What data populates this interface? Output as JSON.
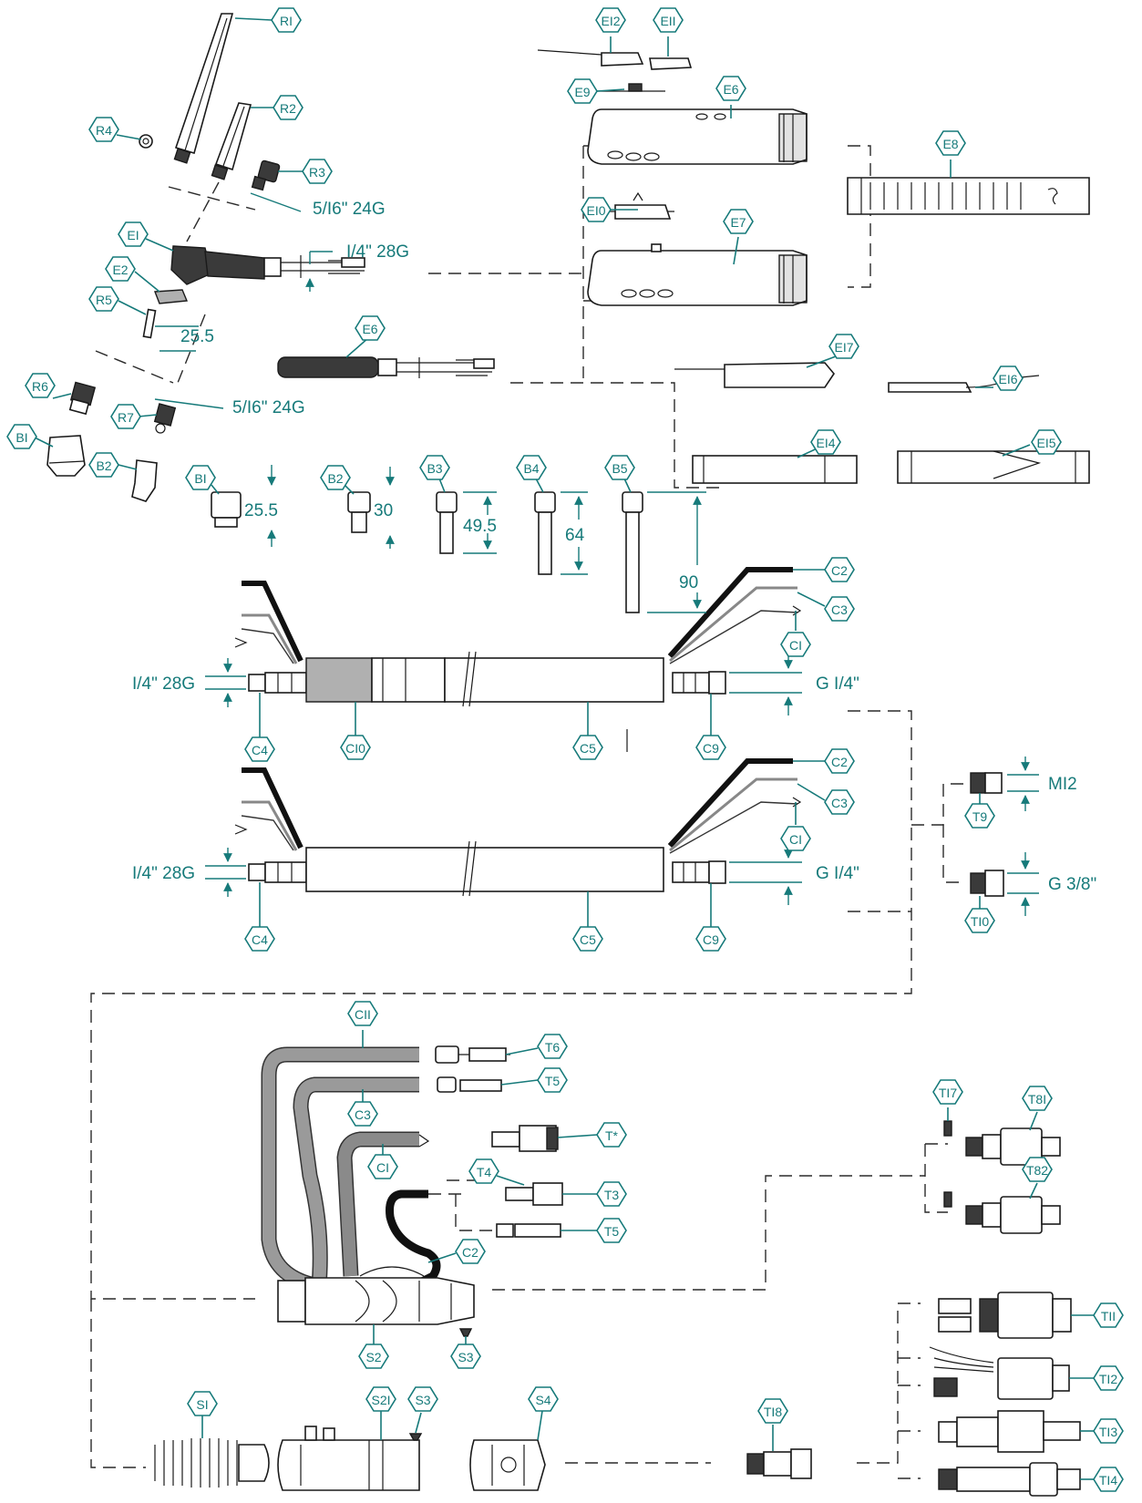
{
  "labels": {
    "R1": "RI",
    "R2": "R2",
    "R3": "R3",
    "R4": "R4",
    "R5": "R5",
    "R6": "R6",
    "R7": "R7",
    "E1": "EI",
    "E2": "E2",
    "E6a": "E6",
    "E6b": "E6",
    "E7": "E7",
    "E8": "E8",
    "E9": "E9",
    "E10": "EI0",
    "E11": "EII",
    "E12": "EI2",
    "E14": "EI4",
    "E15": "EI5",
    "E16": "EI6",
    "E17": "EI7",
    "B1a": "BI",
    "B2a": "B2",
    "B1b": "BI",
    "B2b": "B2",
    "B3": "B3",
    "B4": "B4",
    "B5": "B5",
    "C2a": "C2",
    "C3a": "C3",
    "C1a": "CI",
    "C4a": "C4",
    "C10": "CI0",
    "C5a": "C5",
    "C9a": "C9",
    "C2b": "C2",
    "C3b": "C3",
    "C1b": "CI",
    "C4b": "C4",
    "C5b": "C5",
    "C9b": "C9",
    "T9": "T9",
    "T10": "TI0",
    "C11": "CII",
    "C3c": "C3",
    "C1c": "CI",
    "C2c": "C2",
    "T6": "T6",
    "T5a": "T5",
    "Tstar": "T*",
    "T4": "T4",
    "T3": "T3",
    "T5b": "T5",
    "S2": "S2",
    "S3a": "S3",
    "S1": "SI",
    "S21": "S2I",
    "S3b": "S3",
    "S4": "S4",
    "T17": "TI7",
    "T81": "T8I",
    "T82": "T82",
    "T11": "TII",
    "T12": "TI2",
    "T13": "TI3",
    "T14": "TI4",
    "T18": "TI8"
  },
  "dimensions": {
    "r3_thread": "5/I6\" 24G",
    "e1_thread": "I/4\" 28G",
    "r5_length": "25.5",
    "r7_thread": "5/I6\" 24G",
    "b1_length": "25.5",
    "b2_length": "30",
    "b3_length": "49.5",
    "b4_length": "64",
    "b5_length": "90",
    "c4a_thread": "I/4\" 28G",
    "c9a_thread": "G I/4\"",
    "c4b_thread": "I/4\" 28G",
    "c9b_thread": "G I/4\"",
    "t9_thread": "MI2",
    "t10_thread": "G 3/8\""
  },
  "colors": {
    "accent": "#167a7a",
    "ink": "#1a1a1a"
  }
}
